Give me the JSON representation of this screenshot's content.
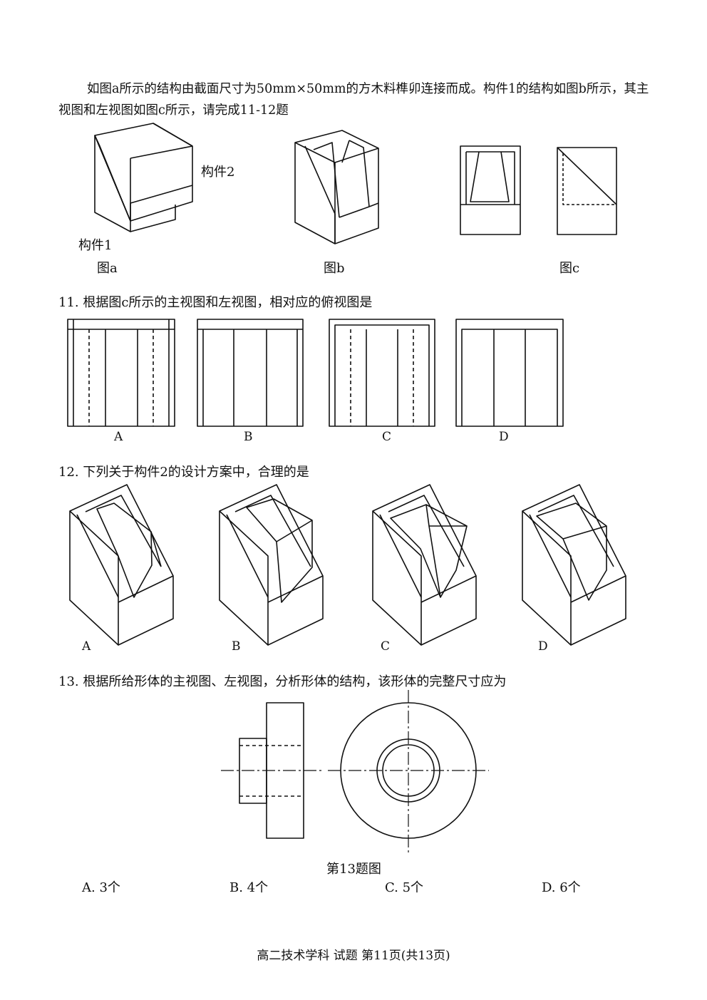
{
  "intro": "如图a所示的结构由截面尺寸为50mm×50mm的方木料榫卯连接而成。构件1的结构如图b所示，其主视图和左视图如图c所示，请完成11-12题",
  "fig_a": {
    "label_part2": "构件2",
    "label_part1": "构件1",
    "caption": "图a"
  },
  "fig_b": {
    "caption": "图b"
  },
  "fig_c": {
    "caption": "图c"
  },
  "q11": {
    "text": "11. 根据图c所示的主视图和左视图，相对应的俯视图是",
    "options": [
      "A",
      "B",
      "C",
      "D"
    ]
  },
  "q12": {
    "text": "12. 下列关于构件2的设计方案中，合理的是",
    "options": [
      "A",
      "B",
      "C",
      "D"
    ]
  },
  "q13": {
    "text": "13. 根据所给形体的主视图、左视图，分析形体的结构，该形体的完整尺寸应为",
    "figure_caption": "第13题图",
    "answers": [
      "A. 3个",
      "B. 4个",
      "C. 5个",
      "D. 6个"
    ]
  },
  "footer": "高二技术学科  试题  第11页(共13页)"
}
